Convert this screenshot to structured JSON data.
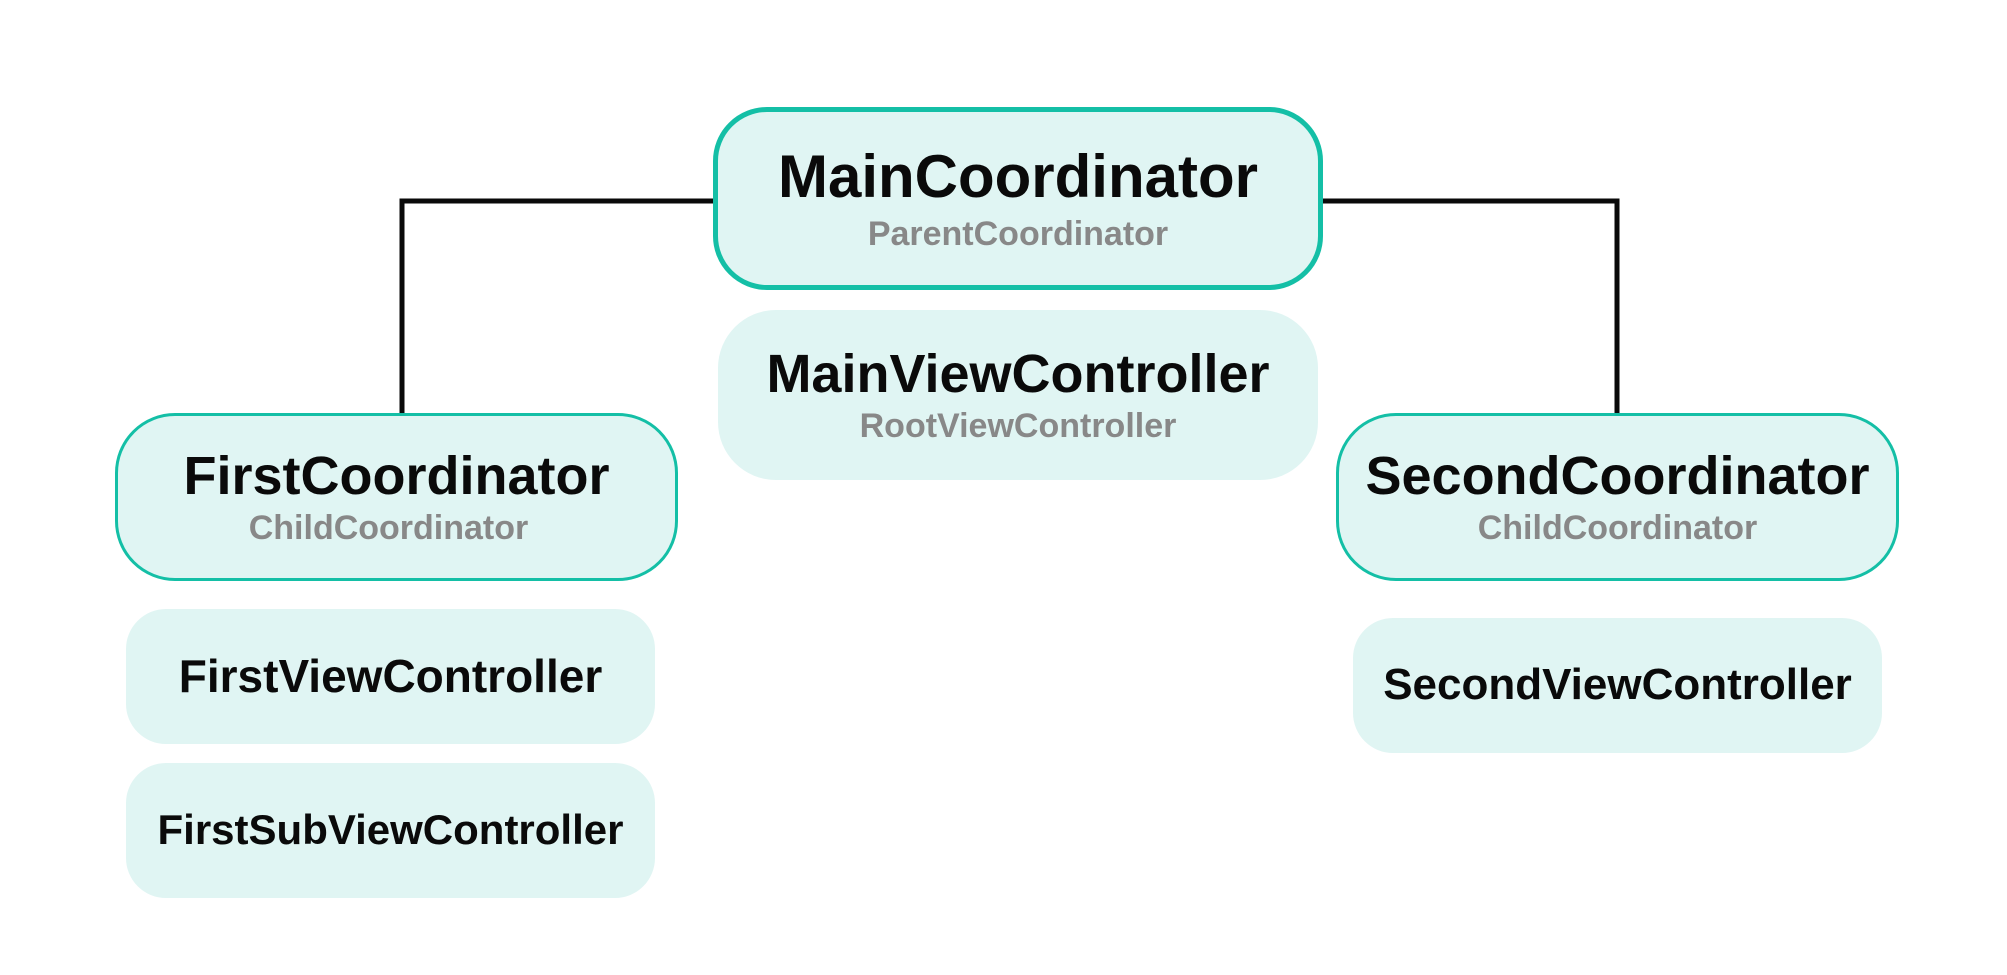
{
  "diagram": {
    "main_coordinator": {
      "title": "MainCoordinator",
      "role": "ParentCoordinator"
    },
    "main_view_controller": {
      "title": "MainViewController",
      "role": "RootViewController"
    },
    "first_coordinator": {
      "title": "FirstCoordinator",
      "role": "ChildCoordinator"
    },
    "second_coordinator": {
      "title": "SecondCoordinator",
      "role": "ChildCoordinator"
    },
    "first_view_controller": {
      "title": "FirstViewController"
    },
    "first_sub_view_controller": {
      "title": "FirstSubViewController"
    },
    "second_view_controller": {
      "title": "SecondViewController"
    },
    "colors": {
      "node_fill": "#e0f5f3",
      "node_border": "#14bfa6",
      "connector": "#0a0a0a",
      "title_text": "#0a0a0a",
      "role_text": "#888888"
    }
  }
}
